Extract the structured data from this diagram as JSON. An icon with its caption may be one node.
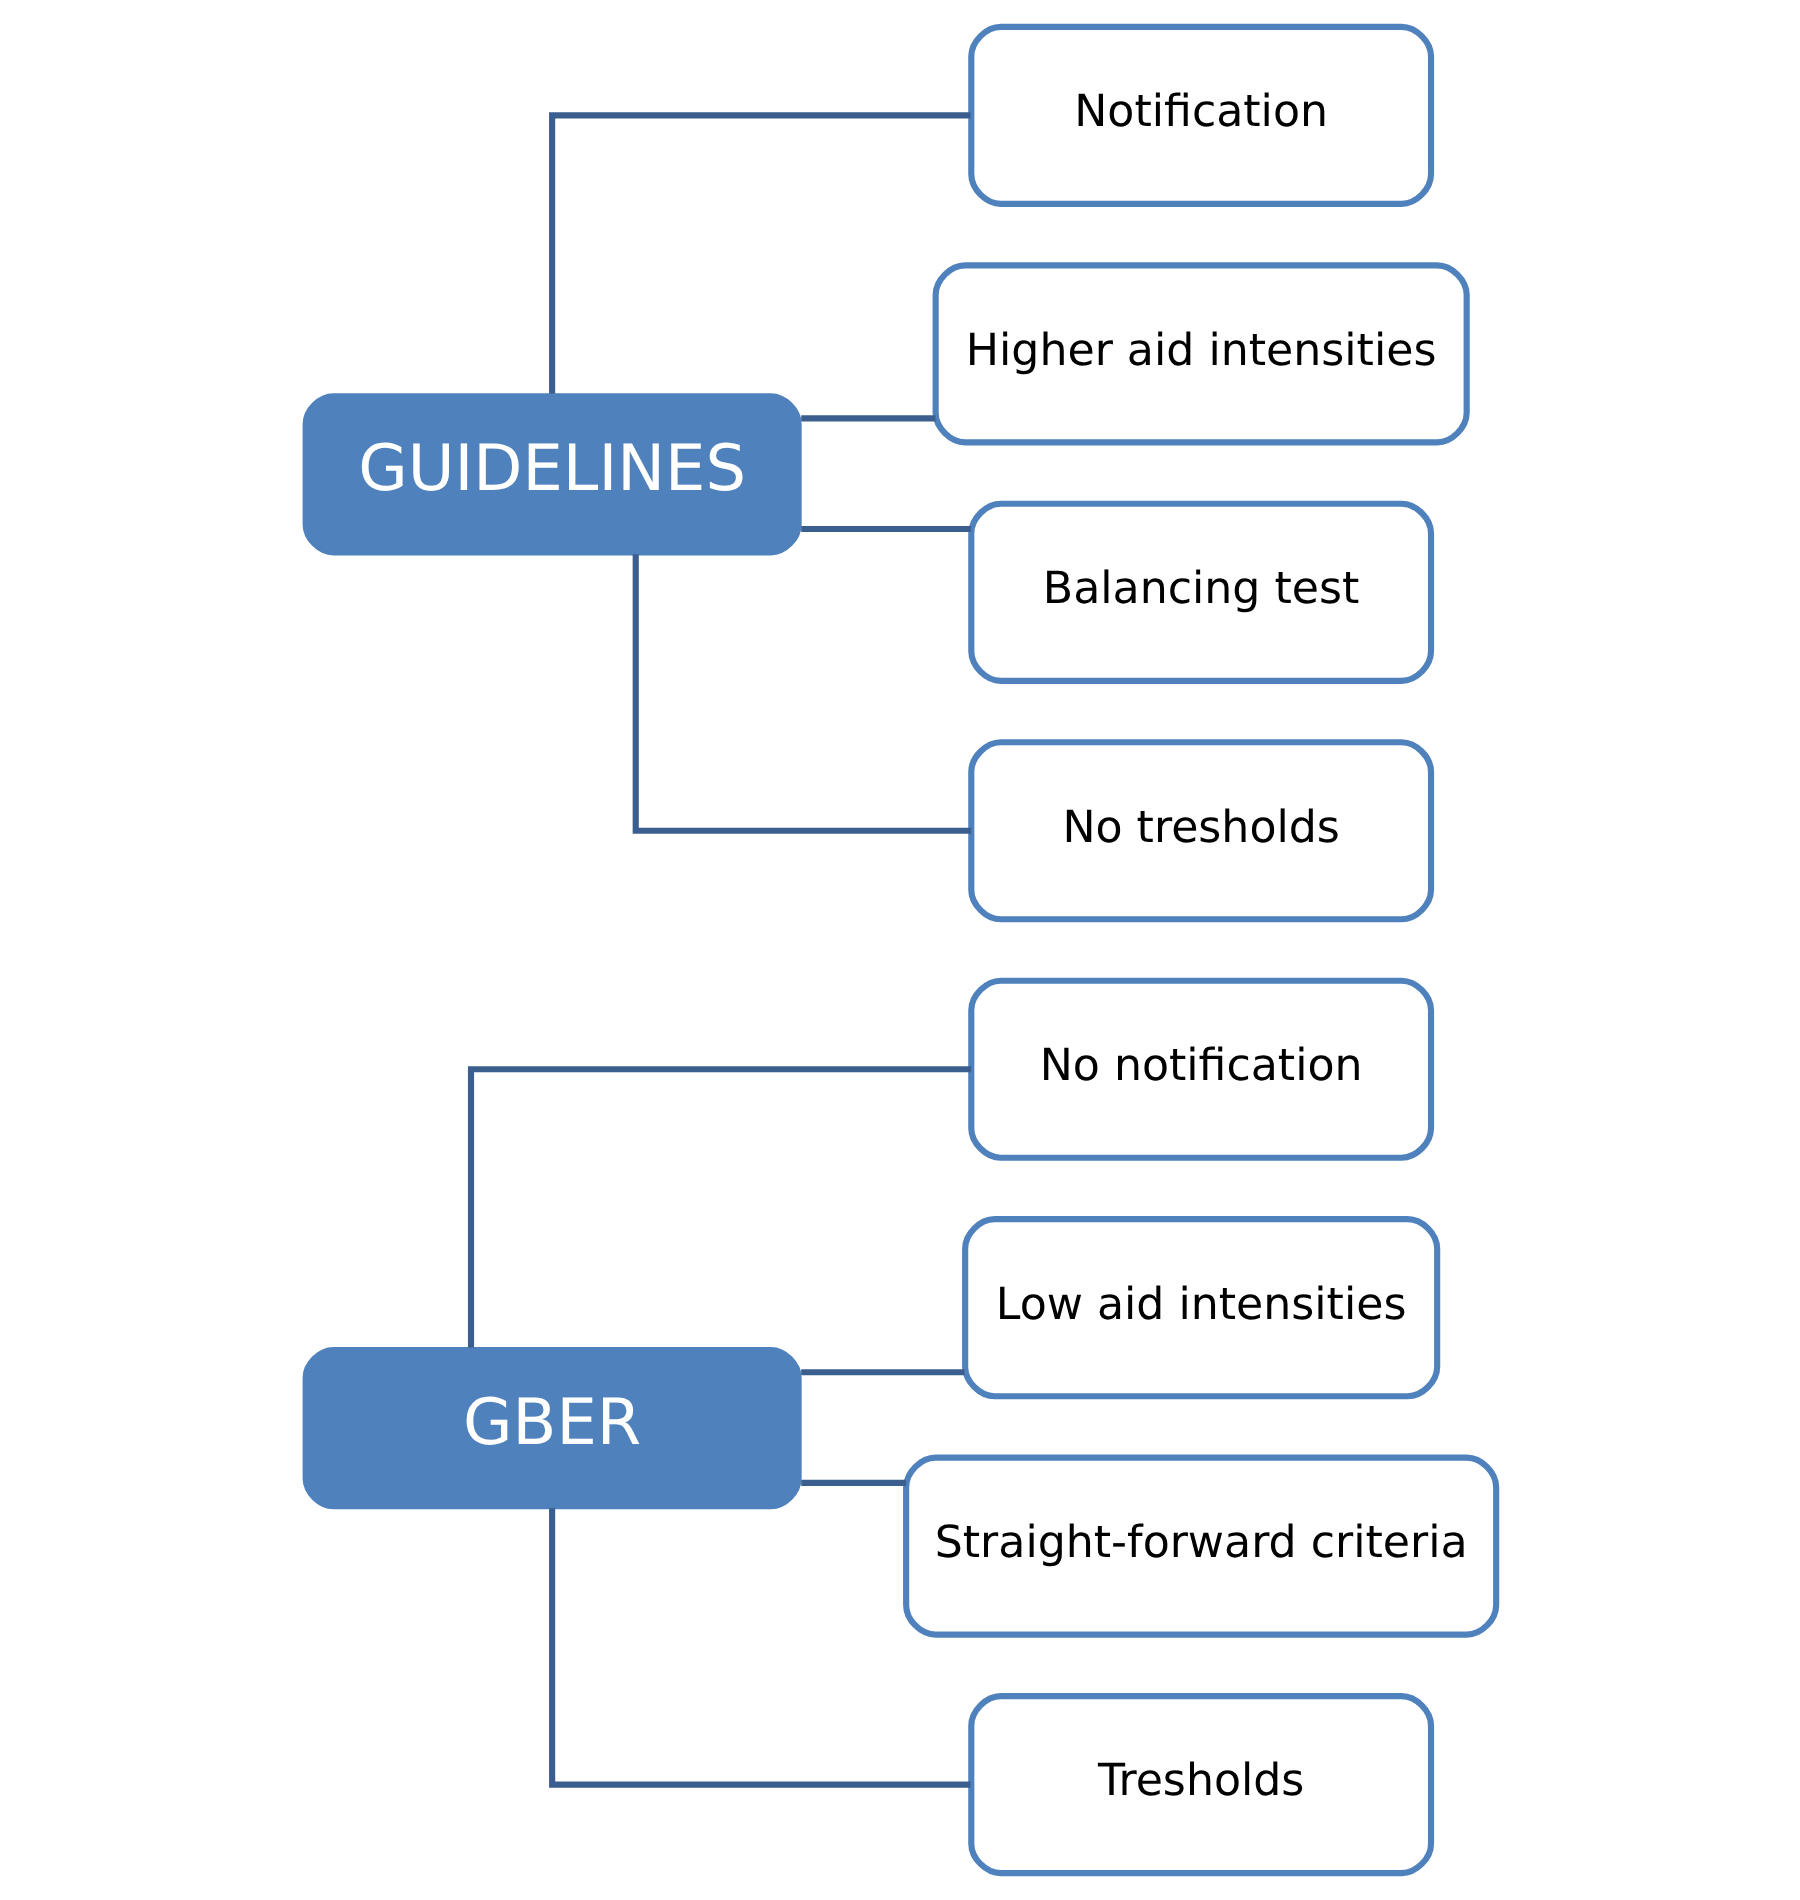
{
  "diagram": {
    "nodes": [
      {
        "text": [
          "GBER"
        ]
      },
      {
        "text": [
          "No notification"
        ]
      },
      {
        "text": [
          "Low aid intensities"
        ]
      },
      {
        "text": [
          "Straight-forward criteria"
        ]
      },
      {
        "text": [
          "Tresholds"
        ]
      },
      {
        "text": [
          "GUIDELINES"
        ]
      },
      {
        "text": [
          "Notification"
        ]
      },
      {
        "text": [
          "Higher aid intensities"
        ]
      },
      {
        "text": [
          "Balancing test"
        ]
      },
      {
        "text": [
          "No tresholds"
        ]
      }
    ],
    "edges": [
      {
        "from": 0,
        "to": 1,
        "arrow": "none"
      },
      {
        "from": 0,
        "to": 2,
        "arrow": "none"
      },
      {
        "from": 0,
        "to": 3,
        "arrow": "none"
      },
      {
        "from": 0,
        "to": 4,
        "arrow": "none"
      },
      {
        "from": 5,
        "to": 6,
        "arrow": "none"
      },
      {
        "from": 5,
        "to": 7,
        "arrow": "none"
      },
      {
        "from": 5,
        "to": 8,
        "arrow": "none"
      },
      {
        "from": 5,
        "to": 9,
        "arrow": "none"
      }
    ]
  }
}
